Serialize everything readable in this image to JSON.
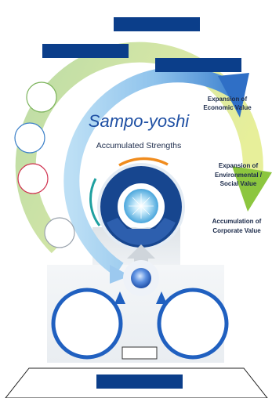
{
  "title": "Sampo-yoshi",
  "center_label": "Accumulated Strengths",
  "labels": {
    "economic": {
      "line1": "Expansion of",
      "line2": "Economic Value"
    },
    "environmental": {
      "line1": "Expansion of",
      "line2": "Environmental /",
      "line3": "Social Value"
    },
    "corporate": {
      "line1": "Accumulation of",
      "line2": "Corporate Value"
    }
  },
  "colors": {
    "title": "#1e4fa3",
    "header_bars": "#0b3e8a",
    "outer_ring": "#8cc63f",
    "inner_ring": "#2f6fc6",
    "strengths_ring": "#17468f",
    "orange_accent": "#f08c1e",
    "teal_accent": "#1fa0a0",
    "side_circle_green": "#7bb35a",
    "side_circle_blue": "#3a7fc8",
    "side_circle_red": "#d0314f",
    "side_circle_grey": "#9aa3ad"
  }
}
